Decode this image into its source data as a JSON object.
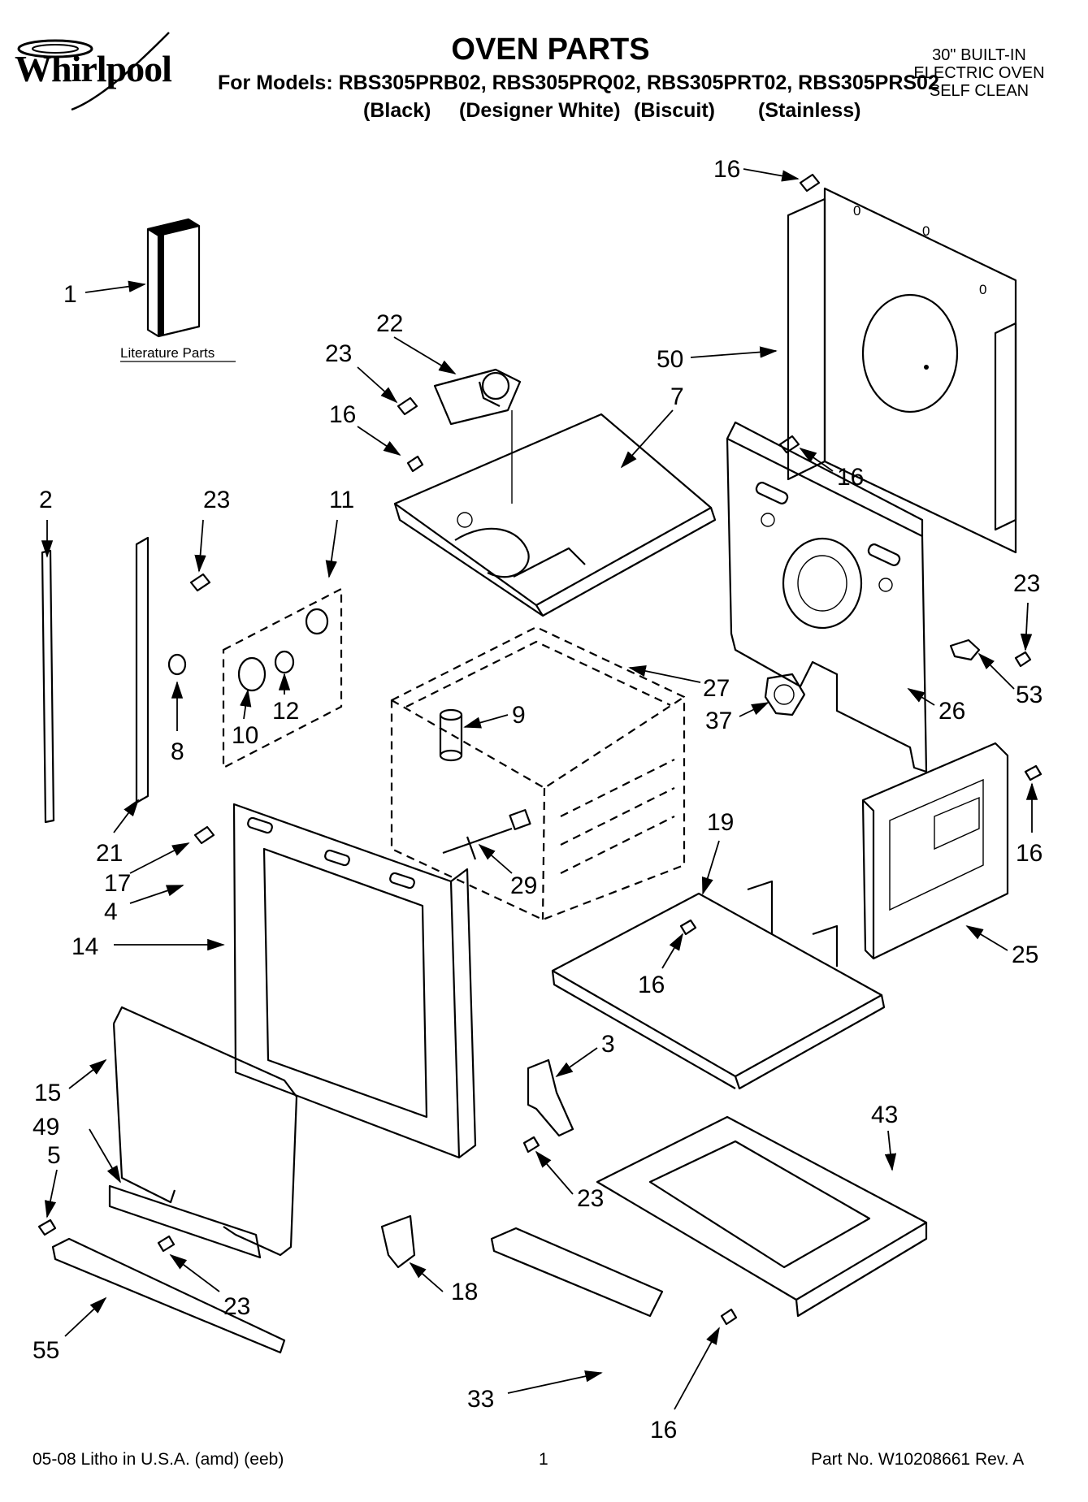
{
  "header": {
    "brand": "Whirlpool",
    "title": "OVEN PARTS",
    "models_line": "For Models: RBS305PRB02, RBS305PRQ02, RBS305PRT02, RBS305PRS02",
    "colors": [
      "(Black)",
      "(Designer White)",
      "(Biscuit)",
      "(Stainless)"
    ],
    "spec_lines": [
      "30\" BUILT-IN",
      "ELECTRIC OVEN",
      "SELF CLEAN"
    ]
  },
  "literature_label": "Literature Parts",
  "callouts": {
    "c1": "1",
    "c2": "2",
    "c3": "3",
    "c4": "4",
    "c5": "5",
    "c7": "7",
    "c8": "8",
    "c9": "9",
    "c10": "10",
    "c11": "11",
    "c12": "12",
    "c14": "14",
    "c15": "15",
    "c16a": "16",
    "c16b": "16",
    "c16c": "16",
    "c16d": "16",
    "c16e": "16",
    "c16f": "16",
    "c17": "17",
    "c18": "18",
    "c19": "19",
    "c21": "21",
    "c22": "22",
    "c23a": "23",
    "c23b": "23",
    "c23c": "23",
    "c23d": "23",
    "c23e": "23",
    "c25": "25",
    "c26": "26",
    "c27": "27",
    "c29": "29",
    "c33": "33",
    "c37": "37",
    "c43": "43",
    "c49": "49",
    "c50": "50",
    "c53": "53",
    "c55": "55"
  },
  "footer": {
    "left": "05-08 Litho in U.S.A. (amd) (eeb)",
    "page": "1",
    "right": "Part No. W10208661 Rev. A"
  }
}
